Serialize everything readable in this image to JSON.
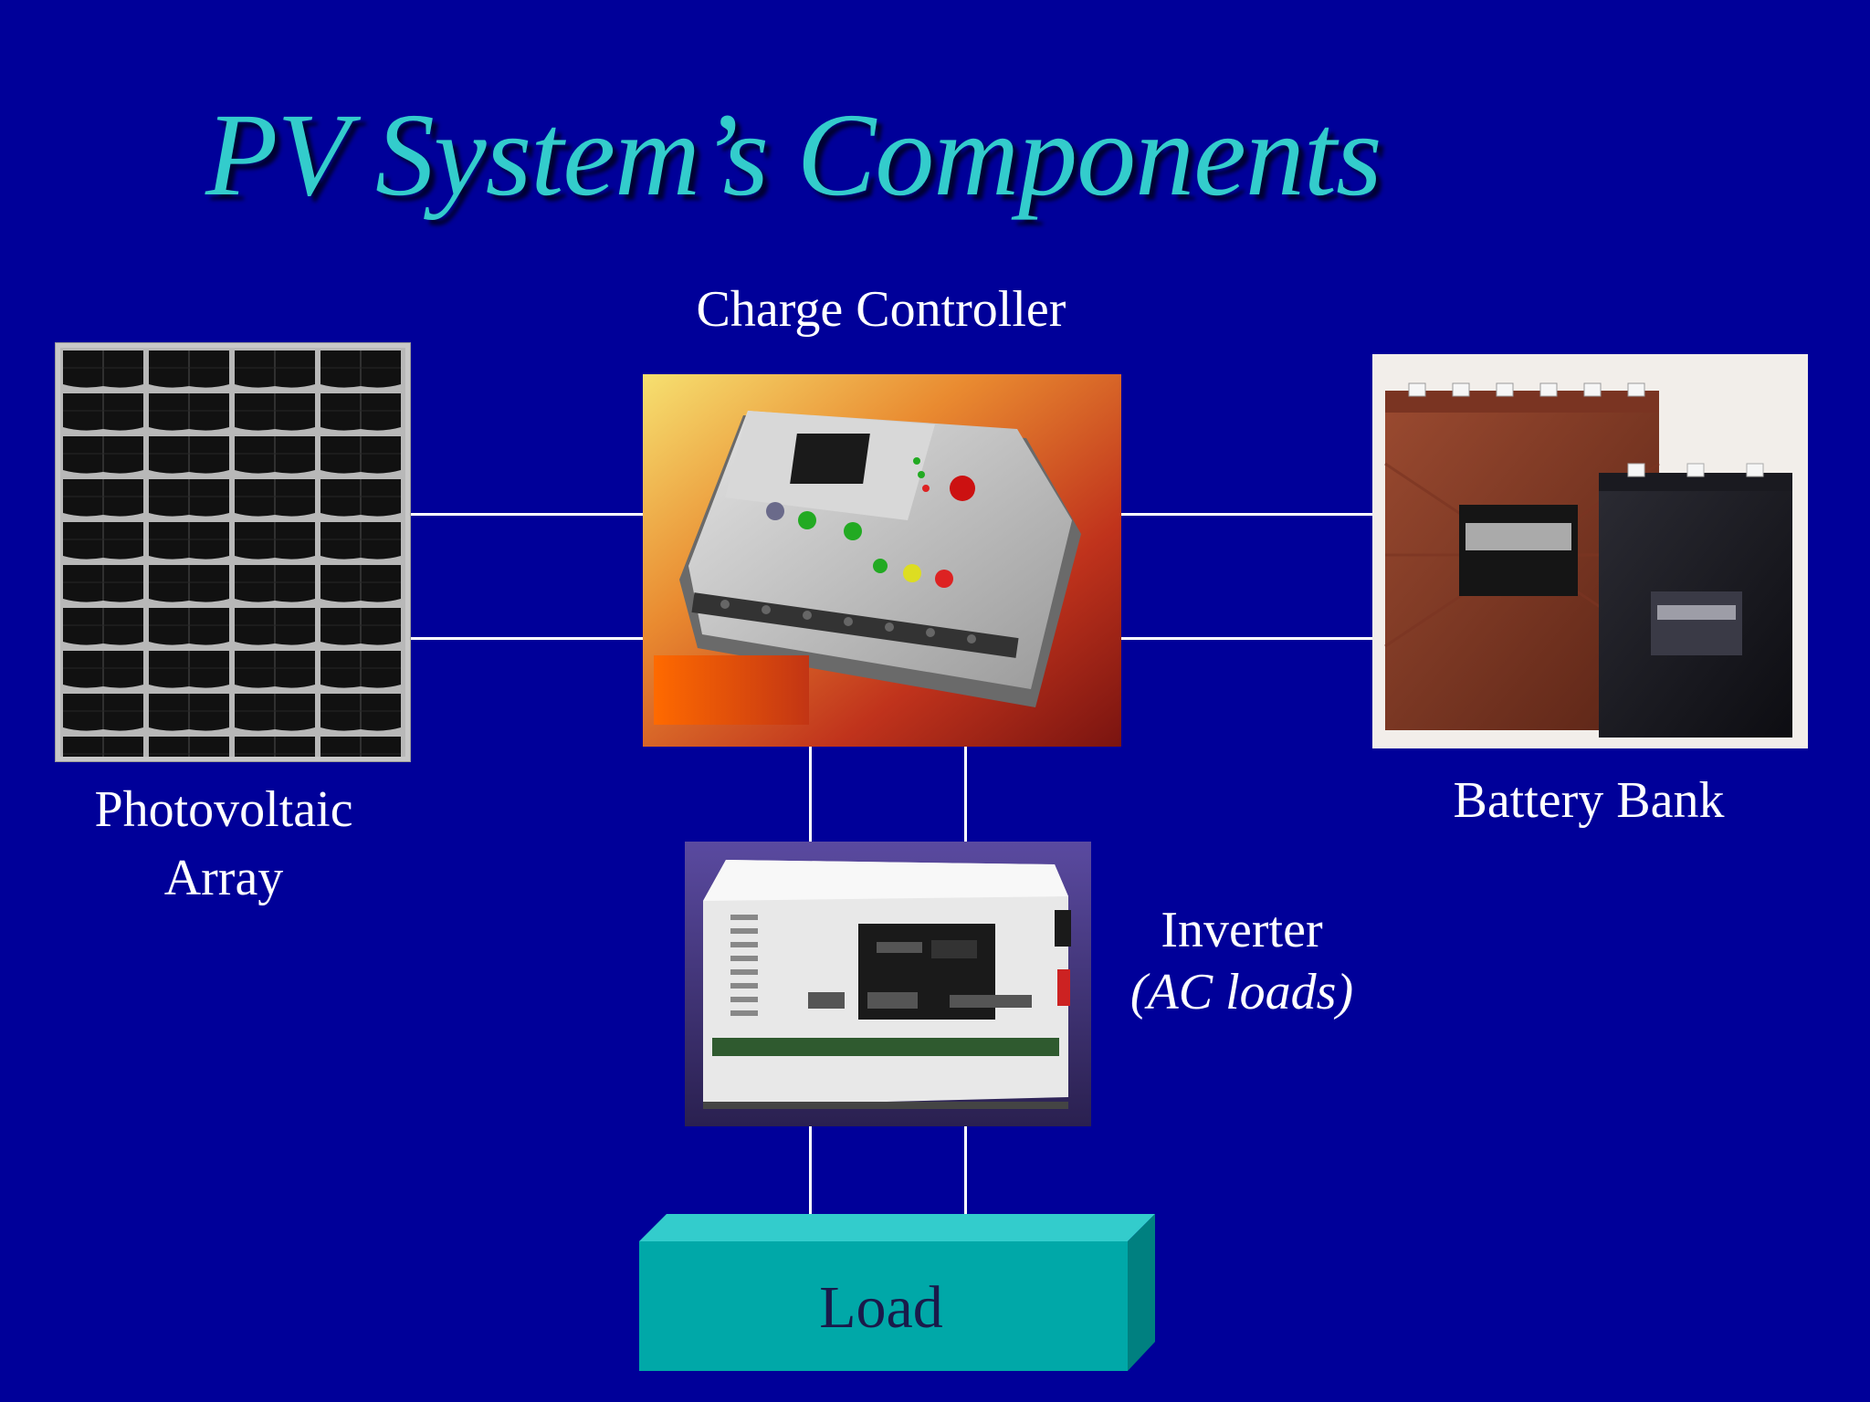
{
  "slide": {
    "title": "PV System’s Components"
  },
  "components": {
    "pv_array": {
      "label_line1": "Photovoltaic",
      "label_line2": "Array"
    },
    "charge_controller": {
      "label": "Charge Controller"
    },
    "battery_bank": {
      "label": "Battery Bank"
    },
    "inverter": {
      "label_line1": "Inverter",
      "label_line2": "(AC loads)"
    },
    "load": {
      "label": "Load"
    }
  },
  "colors": {
    "background": "#000099",
    "title": "#33cccc",
    "load_box": "#00a8a8",
    "wires": "#ffffff"
  }
}
